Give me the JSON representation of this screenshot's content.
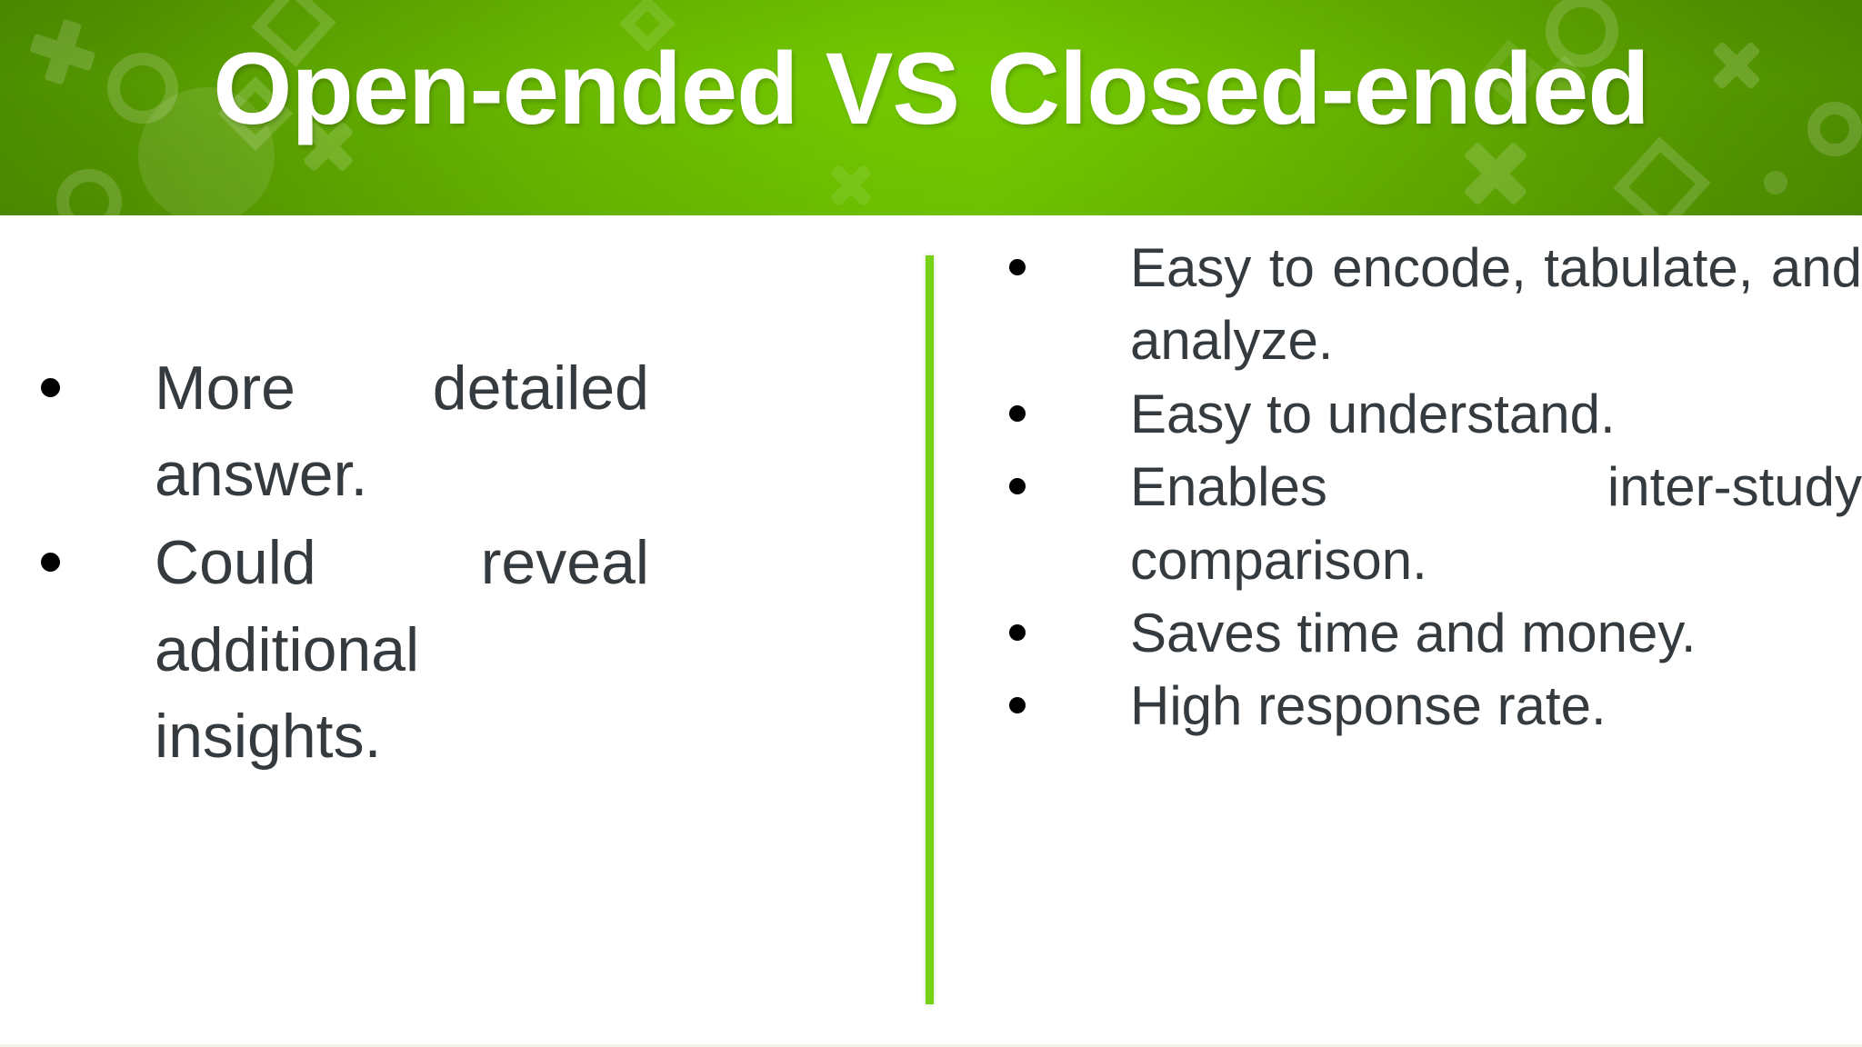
{
  "slide": {
    "title": "Open-ended VS Closed-ended",
    "background_color": "#ffffff",
    "header": {
      "gradient_edge_color": "#4e8e00",
      "gradient_center_color": "#72c800",
      "title_color": "#ffffff",
      "decor_shapes": [
        "plus-shape",
        "square-shape",
        "circle-shape",
        "x-shape",
        "diamond-shape",
        "dot-shape"
      ]
    },
    "divider": {
      "color": "#76d117",
      "orientation": "vertical"
    },
    "text_color": "#343a3d",
    "bullet_color": "#000000"
  },
  "columns": {
    "left": {
      "name": "open-ended-column",
      "bullets": [
        "More detailed answer.",
        "Could reveal additional insights."
      ]
    },
    "right": {
      "name": "closed-ended-column",
      "bullets": [
        "Easy to encode, tabulate, and analyze.",
        "Easy to understand.",
        "Enables inter-study comparison.",
        "Saves time and money.",
        "High response rate."
      ]
    }
  }
}
